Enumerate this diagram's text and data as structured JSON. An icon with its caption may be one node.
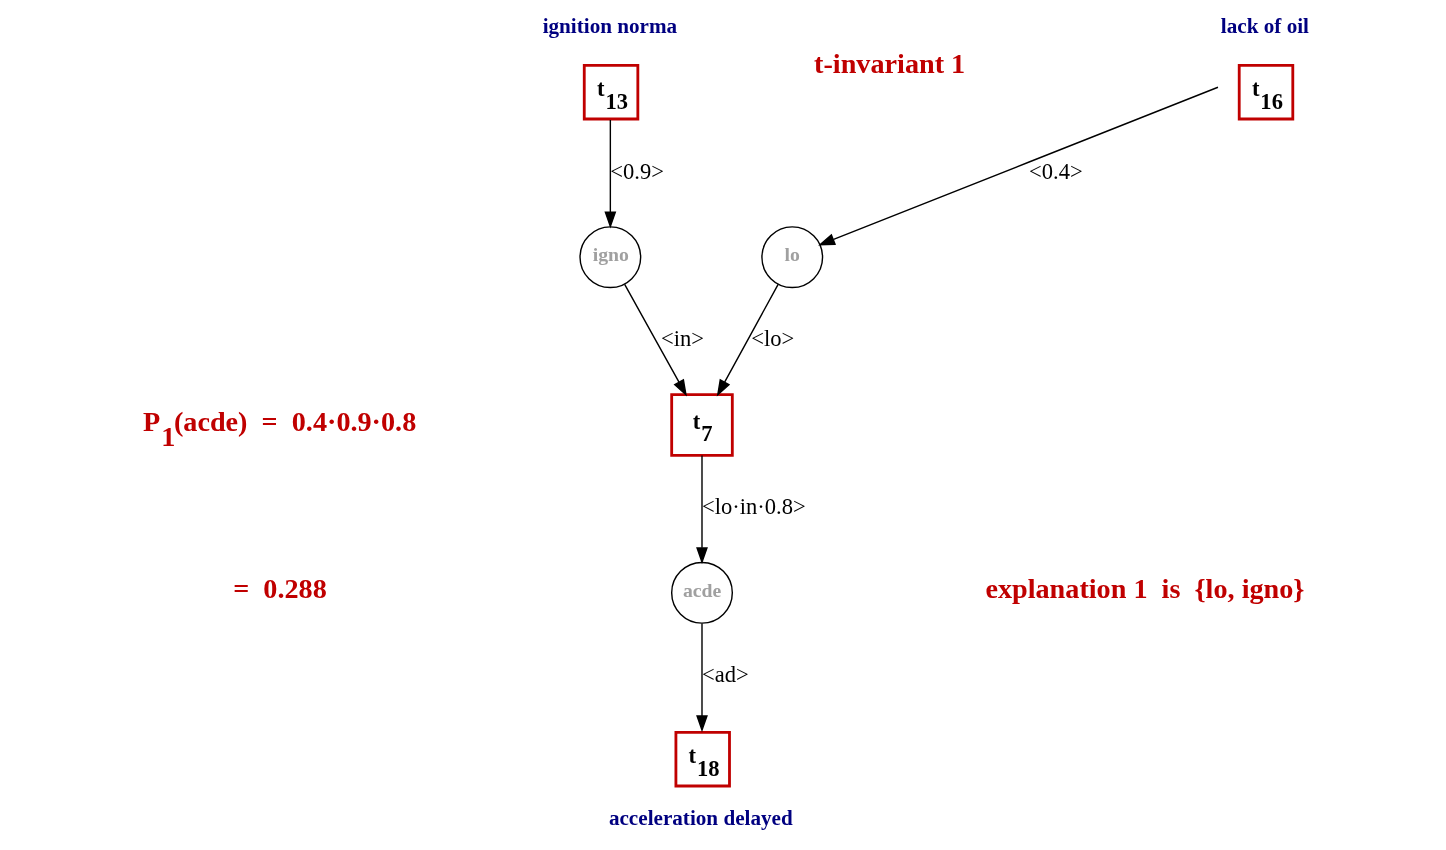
{
  "diagram": {
    "nodes": [
      {
        "text": [
          "t$_{16}$"
        ],
        "beside": [
          "lack of oil"
        ]
      },
      {
        "text": [
          "lo"
        ]
      },
      {
        "text": [
          "t$_{13}$"
        ],
        "beside": [
          "ignition norma"
        ]
      },
      {
        "text": [
          "igno"
        ]
      },
      {
        "text": [
          "t$_{7}$"
        ]
      },
      {
        "text": [
          "acde"
        ]
      },
      {
        "text": [
          "t$_{18}$"
        ],
        "beside": [
          "acceleration delayed"
        ]
      }
    ],
    "edges": [
      {
        "from": 0,
        "to": 1,
        "arrow": "to",
        "label": "<0.4>"
      },
      {
        "from": 2,
        "to": 3,
        "arrow": "to",
        "label": "<0.9>"
      },
      {
        "from": 1,
        "to": 4,
        "arrow": "to",
        "label": "<lo>"
      },
      {
        "from": 3,
        "to": 4,
        "arrow": "to",
        "label": "<in>"
      },
      {
        "from": 4,
        "to": 5,
        "arrow": "to",
        "label": "<lo·in·0.8>"
      },
      {
        "from": 5,
        "to": 6,
        "arrow": "to",
        "label": "<ad>"
      }
    ],
    "labels": [
      "t-invariant 1",
      "P$_{1}$(acde)  =  0.4·0.9·0.8",
      "=  0.288",
      "explanation 1  is  {lo, igno}"
    ]
  }
}
